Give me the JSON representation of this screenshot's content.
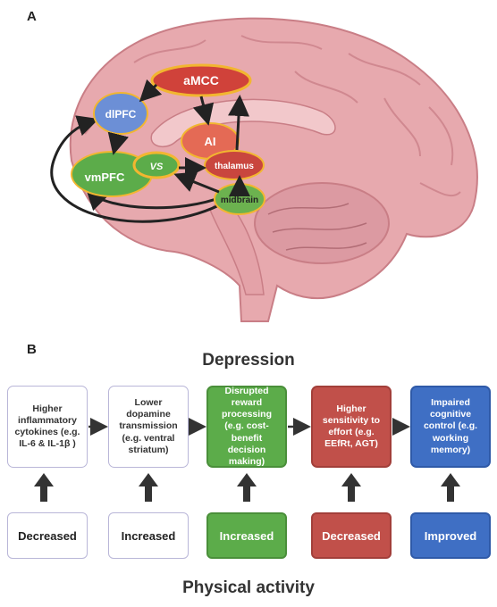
{
  "panel_a": {
    "label": "A",
    "regions": {
      "amcc": "aMCC",
      "dlpfc": "dlPFC",
      "ai": "AI",
      "vs": "VS",
      "vmpfc": "vmPFC",
      "thalamus": "thalamus",
      "midbrain": "midbrain"
    },
    "colors": {
      "amcc": "#d0423a",
      "dlpfc": "#6c8fd6",
      "ai": "#e46a55",
      "vs": "#5cac4a",
      "vmpfc": "#5cac4a",
      "thalamus": "#c9463e",
      "midbrain": "#6cb24f",
      "region_outline": "#f2b630",
      "brain": "#e7a9ae"
    }
  },
  "panel_b": {
    "label": "B",
    "title": "Depression",
    "footer": "Physical activity",
    "boxes": [
      {
        "text": "Higher inflammatory cytokines (e.g. IL-6 & IL-1β )",
        "style": "white",
        "effect": "Decreased"
      },
      {
        "text": "Lower dopamine transmission (e.g. ventral striatum)",
        "style": "white",
        "effect": "Increased"
      },
      {
        "text": "Disrupted reward processing (e.g. cost-benefit decision making)",
        "style": "green",
        "effect": "Increased"
      },
      {
        "text": "Higher sensitivity to effort (e.g. EEfRt, AGT)",
        "style": "red",
        "effect": "Decreased"
      },
      {
        "text": "Impaired cognitive control (e.g. working memory)",
        "style": "blue",
        "effect": "Improved"
      }
    ],
    "colors": {
      "green": "#5cac4a",
      "red": "#c1504a",
      "blue": "#3f6fc4",
      "arrow": "#333333"
    }
  }
}
